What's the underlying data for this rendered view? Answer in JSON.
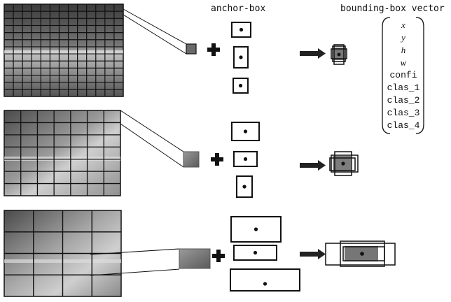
{
  "labels": {
    "anchor_box": "anchor-box",
    "bounding_box_vector": "bounding-box vector"
  },
  "vector": [
    "x",
    "y",
    "h",
    "w",
    "confi",
    "clas_1",
    "clas_2",
    "clas_3",
    "clas_4"
  ],
  "rows": [
    {
      "grid": 13
    },
    {
      "grid": 7
    },
    {
      "grid": 4
    }
  ],
  "colors": {
    "stroke": "#111111",
    "background": "#ffffff"
  }
}
